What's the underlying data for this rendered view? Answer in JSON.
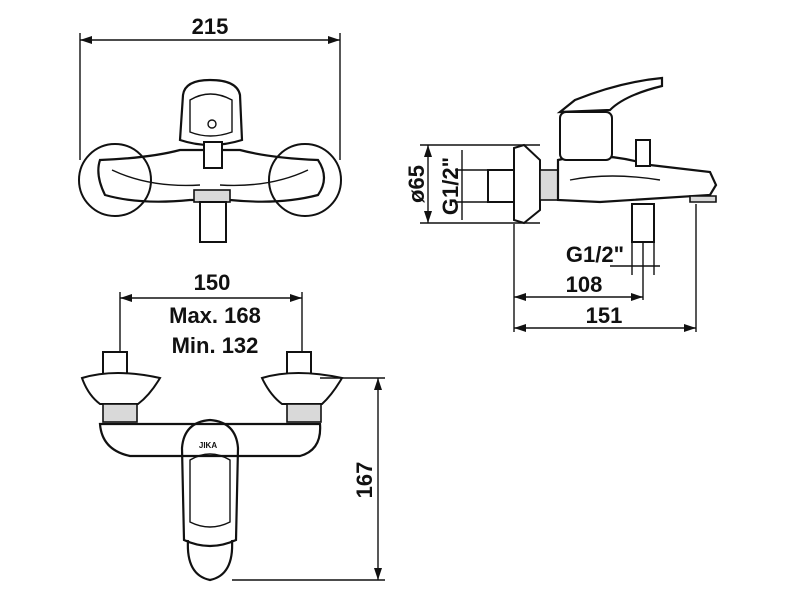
{
  "dimensions": {
    "top_width": "215",
    "inlet_spacing": "150",
    "max_spacing": "Max. 168",
    "min_spacing": "Min. 132",
    "front_height": "167",
    "wall_diameter": "ø65",
    "inlet_thread": "G1/2\"",
    "outlet_thread": "G1/2\"",
    "outlet_depth": "108",
    "total_depth": "151"
  },
  "logo": {
    "text": "JIKA"
  },
  "colors": {
    "line": "#111111",
    "fill_light": "#d9d9d9",
    "fill_dark": "#9a9a9a",
    "background": "#ffffff"
  }
}
